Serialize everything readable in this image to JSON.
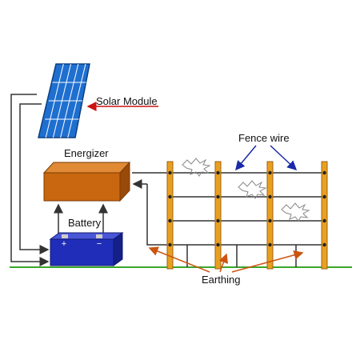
{
  "labels": {
    "solar_module": "Solar Module",
    "energizer": "Energizer",
    "battery": "Battery",
    "fence_wire": "Fence wire",
    "earthing": "Earthing"
  },
  "battery_terminals": {
    "positive": "+",
    "negative": "−"
  },
  "colors": {
    "solar_panel": "#1e6fd0",
    "energizer": "#c8670f",
    "battery": "#1f2db8",
    "fence_post": "#e8a020",
    "ground": "#3aa62a",
    "solar_arrow": "#cc1111",
    "fence_arrow": "#1a2aa8",
    "earth_arrow": "#cc5511",
    "wiring": "#333333"
  }
}
